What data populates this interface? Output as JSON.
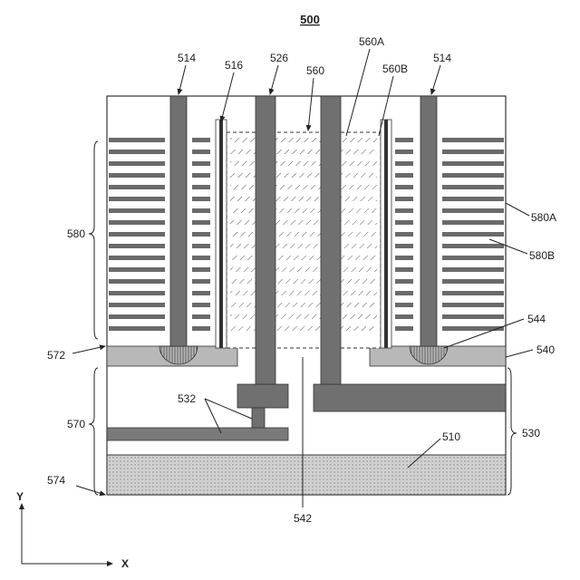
{
  "figure": {
    "number": "500",
    "colors": {
      "outline": "#333333",
      "dark_fill": "#707070",
      "light_fill": "#b8b8b8",
      "substrate_fill": "#cfcfcf",
      "hatch": "#555555"
    },
    "labels": {
      "l514_left": "514",
      "l516": "516",
      "l526": "526",
      "l560": "560",
      "l560A": "560A",
      "l560B": "560B",
      "l514_right": "514",
      "l580": "580",
      "l580A": "580A",
      "l580B": "580B",
      "l544": "544",
      "l572": "572",
      "l540": "540",
      "l532": "532",
      "l570": "570",
      "l530": "530",
      "l510": "510",
      "l574": "574",
      "l542": "542"
    },
    "axes": {
      "y": "Y",
      "x": "X"
    }
  }
}
